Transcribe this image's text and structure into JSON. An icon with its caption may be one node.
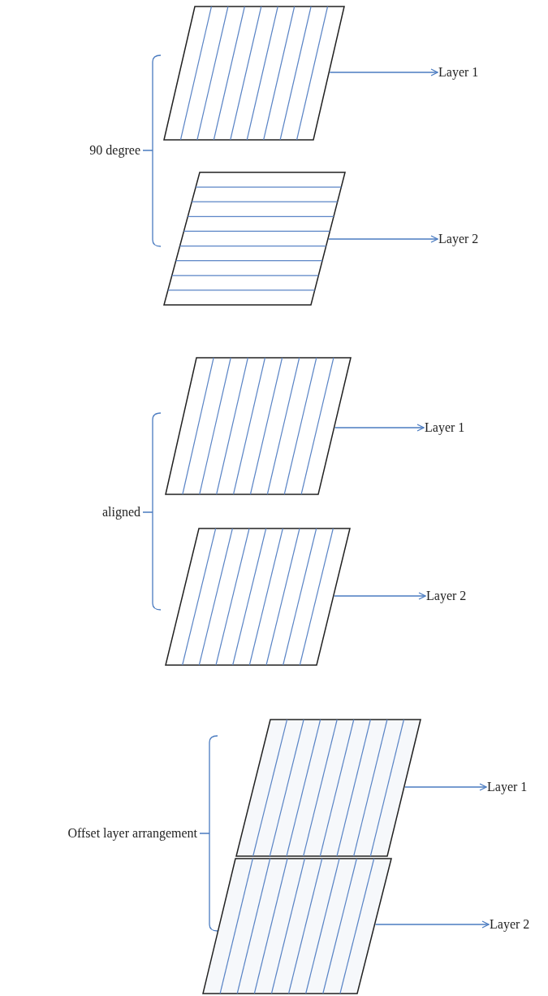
{
  "diagram": {
    "nodes": [
      {
        "text": [],
        "shape": "parallelogram"
      },
      {
        "text": [
          "Layer 1"
        ]
      },
      {
        "text": [],
        "shape": "parallelogram"
      },
      {
        "text": [
          "Layer 2"
        ]
      },
      {
        "text": [],
        "shape": "parallelogram"
      },
      {
        "text": [
          "Layer 1"
        ]
      },
      {
        "text": [],
        "shape": "parallelogram"
      },
      {
        "text": [
          "Layer 2"
        ]
      },
      {
        "text": [],
        "shape": "parallelogram"
      },
      {
        "text": [
          "Layer 1"
        ]
      },
      {
        "text": [],
        "shape": "parallelogram"
      },
      {
        "text": [
          "Layer 2"
        ]
      }
    ],
    "edges": [
      {
        "from": 0,
        "to": 1,
        "arrow": "to"
      },
      {
        "from": 2,
        "to": 3,
        "arrow": "to"
      },
      {
        "from": 4,
        "to": 5,
        "arrow": "to"
      },
      {
        "from": 6,
        "to": 7,
        "arrow": "to"
      },
      {
        "from": 8,
        "to": 9,
        "arrow": "to"
      },
      {
        "from": 10,
        "to": 11,
        "arrow": "to"
      }
    ],
    "labels": [
      "90 degree",
      "aligned",
      "Offset layer arrangement"
    ]
  }
}
